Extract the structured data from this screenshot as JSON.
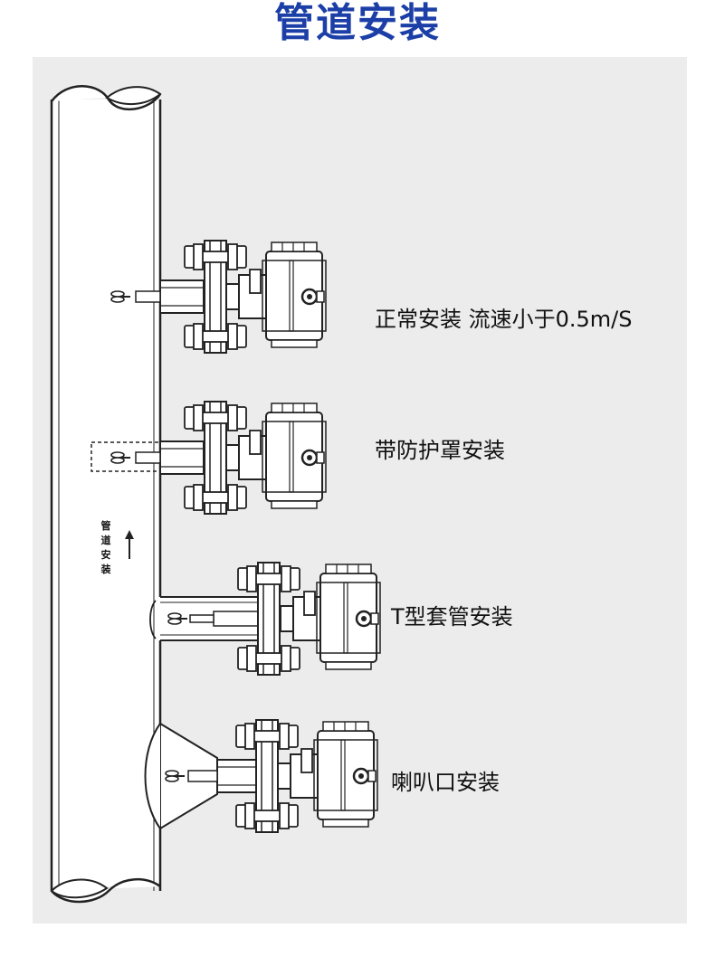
{
  "title": "管道安装",
  "labels": {
    "normal": "正常安装  流速小于0.5m/S",
    "shield": "带防护罩安装",
    "tee": "T型套管安装",
    "horn": "喇叭口安装",
    "pipe_direction": "管道安装"
  },
  "colors": {
    "title": "#1c3fa7",
    "panel": "#ececec",
    "line": "#222222"
  }
}
